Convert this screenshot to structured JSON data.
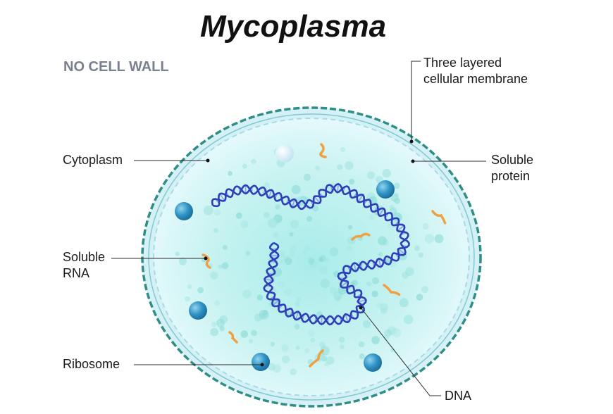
{
  "title": "Mycoplasma",
  "subtitle": "NO CELL WALL",
  "labels": {
    "membrane_line1": "Three layered",
    "membrane_line2": "cellular membrane",
    "cytoplasm": "Cytoplasm",
    "protein_line1": "Soluble",
    "protein_line2": "protein",
    "rna_line1": "Soluble",
    "rna_line2": "RNA",
    "ribosome": "Ribosome",
    "dna": "DNA"
  },
  "colors": {
    "title": "#111111",
    "subtitle": "#7a8090",
    "label_text": "#1a1a1a",
    "membrane_outer": "#2f8f86",
    "membrane_inner": "#9fdbe6",
    "cytoplasm_center": "#b9f0ee",
    "cytoplasm_edge": "#e4f7fb",
    "dna": "#2e3fb8",
    "dna_light": "#8fa0f0",
    "ribosome": "#2a86b8",
    "rna": "#f0a040"
  }
}
